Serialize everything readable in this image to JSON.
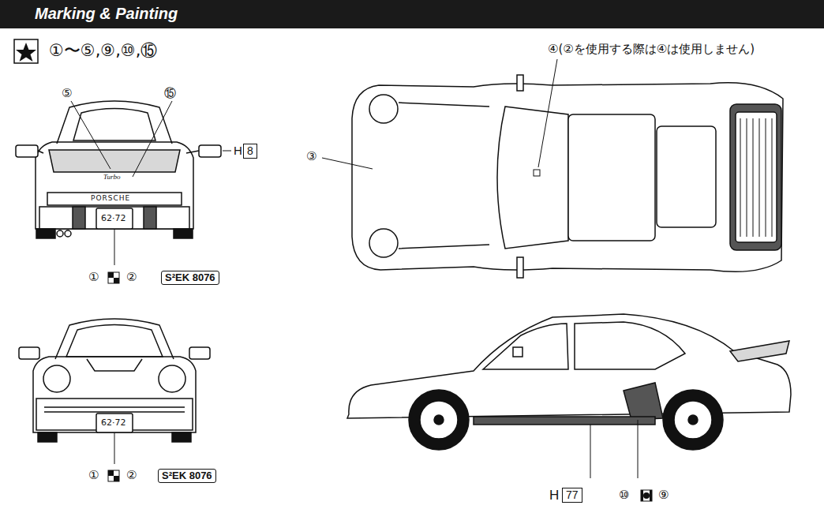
{
  "diagram": {
    "title": "Marking & Painting",
    "nodes": [
      {
        "text": [
          "8"
        ]
      },
      {
        "text": [
          "S²EK 8076"
        ]
      },
      {
        "text": [
          "S²EK 8076"
        ]
      },
      {
        "text": [
          "77"
        ]
      }
    ],
    "labels": [
      "①〜⑤,⑨,⑩,⑮",
      "⑤",
      "⑮",
      "Turbo",
      "PORSCHE",
      "62·72",
      "H",
      "①",
      "②",
      "④(②を使用する際は④は使用しません)",
      "③",
      "62·72",
      "①",
      "②",
      "H",
      "⑩",
      "⑨"
    ]
  }
}
